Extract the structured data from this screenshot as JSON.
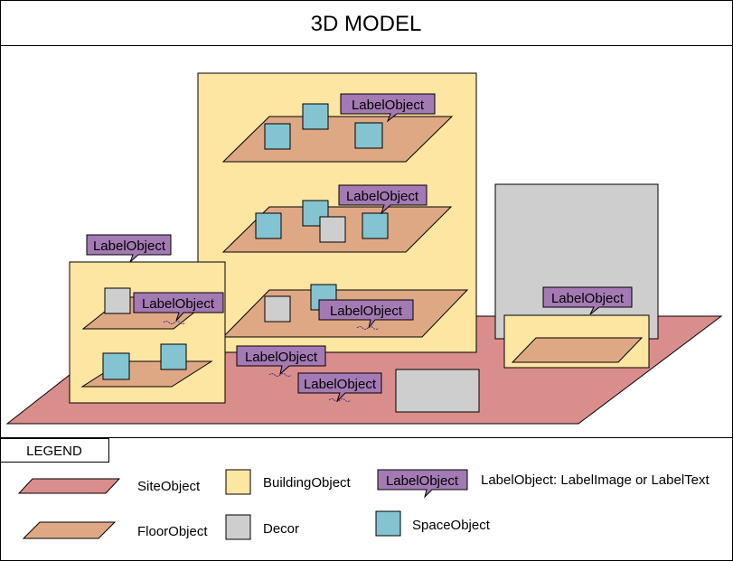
{
  "title": "3D MODEL",
  "label_text": "LabelObject",
  "legend": {
    "heading": "LEGEND",
    "site": "SiteObject",
    "floor": "FloorObject",
    "building": "BuildingObject",
    "decor": "Decor",
    "label_sample": "LabelObject",
    "label_desc": "LabelObject: LabelImage or LabelText",
    "space": "SpaceObject"
  },
  "colors": {
    "site": "#da8e8c",
    "floor": "#dfa884",
    "building": "#fde5a2",
    "decor": "#cecece",
    "space": "#84c3d0",
    "label": "#a47ab4",
    "border": "#000000"
  },
  "icons": {
    "label_attachment": "link-squiggle-icon"
  }
}
